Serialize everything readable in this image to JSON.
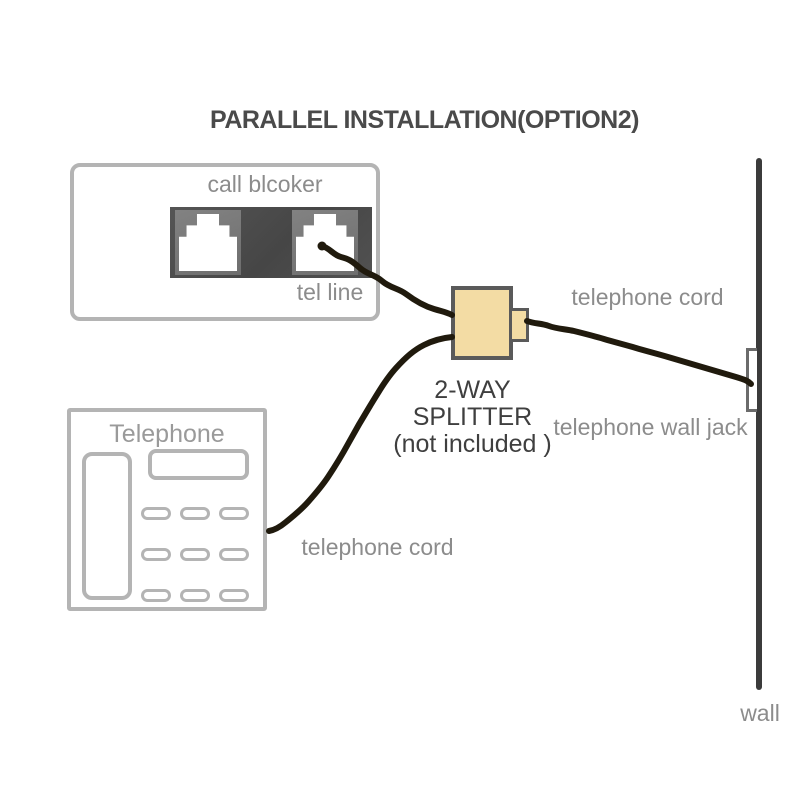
{
  "title": "PARALLEL INSTALLATION(OPTION2)",
  "call_blocker": {
    "label": "call blcoker",
    "jack_label": "tel line"
  },
  "splitter": {
    "caption_line1": "2-WAY",
    "caption_line2": "SPLITTER",
    "caption_line3": "(not included )"
  },
  "telephone": {
    "label": "Telephone"
  },
  "wall": {
    "label": "wall"
  },
  "connections": {
    "cord_top_label": "telephone cord",
    "cord_bottom_label": "telephone cord",
    "wall_jack_label": "telephone wall jack"
  },
  "colors": {
    "title_text": "#4a4a4a",
    "caption_text": "#3f3f3f",
    "label_text": "#8c8c8c",
    "outline_gray": "#b4b4b4",
    "module_dark": "#4b4b4b",
    "jack_face": "#7b7b7b",
    "splitter_fill": "#f3dca4",
    "splitter_border": "#5a5a5a",
    "cord": "#201a0d",
    "wall_line": "#3b3b3b"
  }
}
